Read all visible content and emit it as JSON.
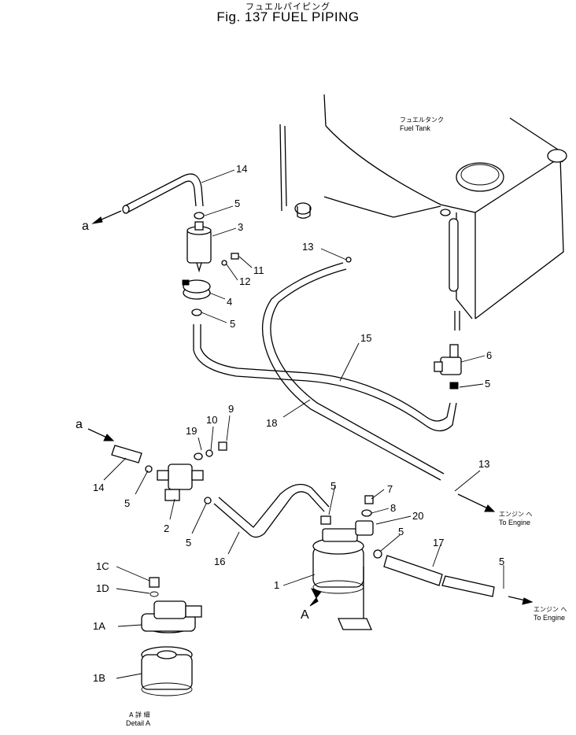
{
  "header": {
    "title_jp": "フュエルパイピング",
    "title_en": "Fig. 137  FUEL PIPING"
  },
  "tank": {
    "label_jp": "フュエルタンク",
    "label_en": "Fuel Tank"
  },
  "engine_arrow_1": {
    "label_jp": "エンジン へ",
    "label_en": "To Engine"
  },
  "engine_arrow_2": {
    "label_jp": "エンジン へ",
    "label_en": "To Engine"
  },
  "detail": {
    "label_jp": "A 詳 細",
    "label_en": "Detail A",
    "view_label": "A"
  },
  "connection_a_top": "a",
  "connection_a_left": "a",
  "callouts": {
    "p14_top": "14",
    "p5_a": "5",
    "p3": "3",
    "p11": "11",
    "p12": "12",
    "p4": "4",
    "p5_b": "5",
    "p13_top": "13",
    "p15": "15",
    "p6": "6",
    "p5_c": "5",
    "p18": "18",
    "p10": "10",
    "p9": "9",
    "p19": "19",
    "p14_left": "14",
    "p5_d": "5",
    "p2": "2",
    "p5_e": "5",
    "p16": "16",
    "p13_right": "13",
    "p7": "7",
    "p8": "8",
    "p20": "20",
    "p5_f": "5",
    "p5_g": "5",
    "p17": "17",
    "p5_h": "5",
    "p1": "1",
    "p1C": "1C",
    "p1D": "1D",
    "p1A": "1A",
    "p1B": "1B"
  }
}
